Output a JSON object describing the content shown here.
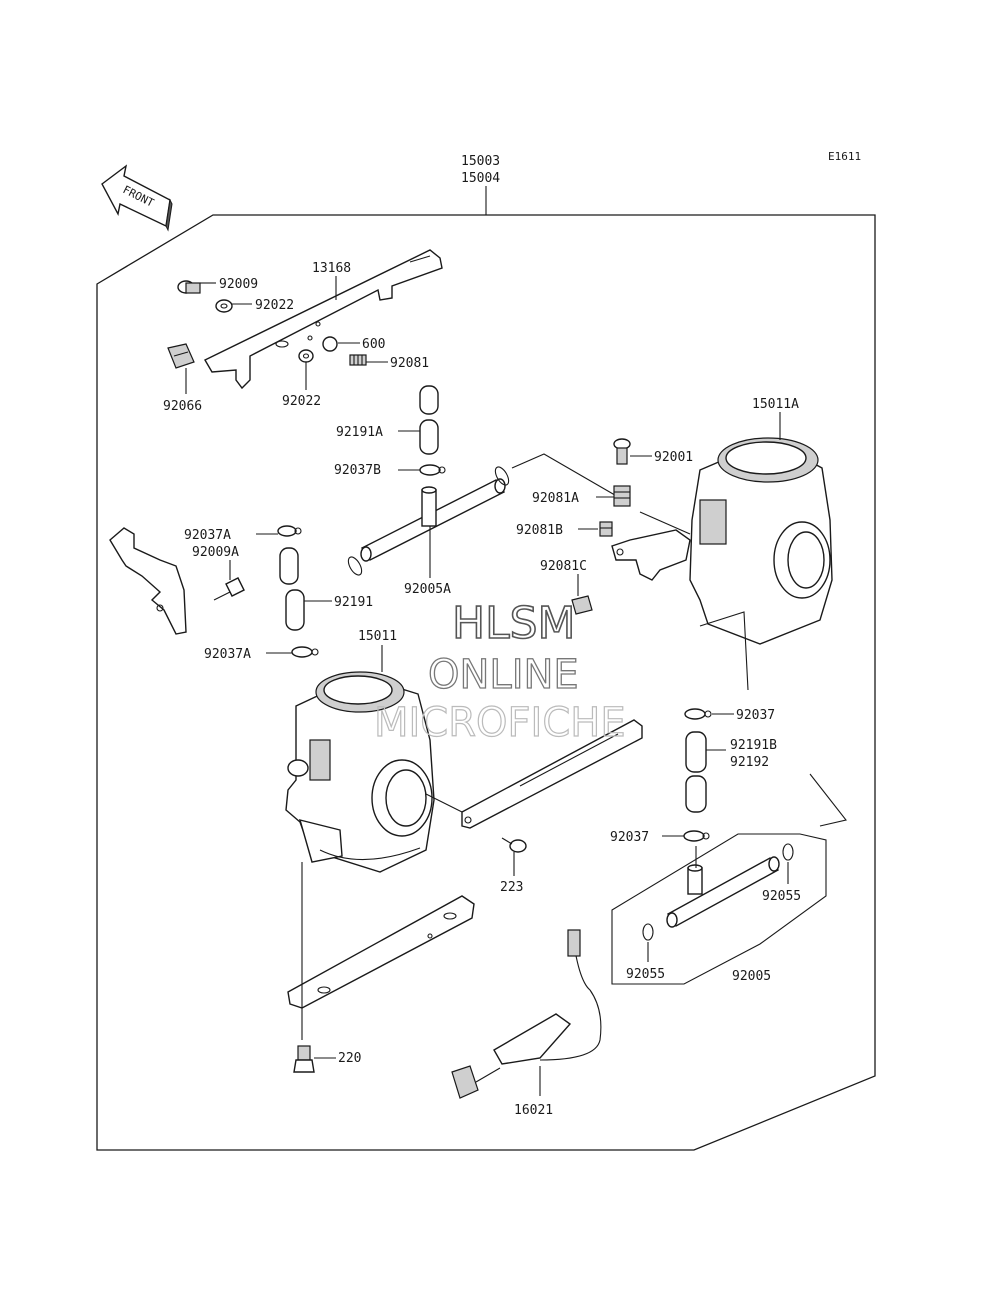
{
  "diagram_code": "E1611",
  "front_label": "FRONT",
  "assembly_numbers": [
    "15003",
    "15004"
  ],
  "watermark": [
    "HLSM",
    "ONLINE",
    "MICROFICHE"
  ],
  "callouts": {
    "c13168": "13168",
    "c92009": "92009",
    "c92022a": "92022",
    "c600": "600",
    "c92081": "92081",
    "c92066": "92066",
    "c92022b": "92022",
    "c92191A": "92191A",
    "c92037B": "92037B",
    "c92001": "92001",
    "c15011A": "15011A",
    "c92081A": "92081A",
    "c92081B": "92081B",
    "c92081C": "92081C",
    "c92037A_top": "92037A",
    "c92009A": "92009A",
    "c92005A": "92005A",
    "c92191": "92191",
    "c15011": "15011",
    "c92037A_bot": "92037A",
    "c92037_top": "92037",
    "c92191B": "92191B",
    "c92192": "92192",
    "c92037_bot": "92037",
    "c92055_right": "92055",
    "c92055_left": "92055",
    "c92005": "92005",
    "c223": "223",
    "c220": "220",
    "c16021": "16021"
  }
}
